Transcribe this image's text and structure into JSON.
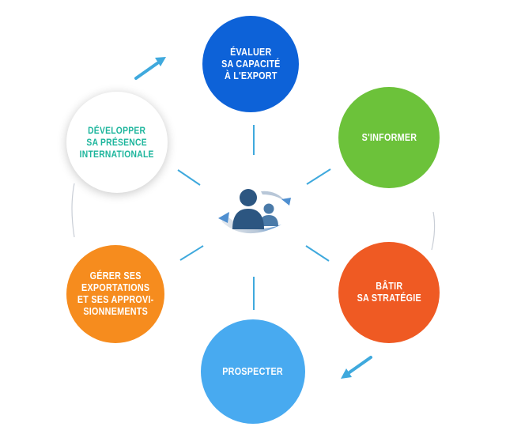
{
  "nodes": {
    "evaluer": {
      "label": "ÉVALUER\nSA CAPACITÉ\nÀ L'EXPORT",
      "color": "#0d62d8",
      "text_color": "#ffffff"
    },
    "informer": {
      "label": "S'INFORMER",
      "color": "#6cc23a",
      "text_color": "#ffffff"
    },
    "batir": {
      "label": "BÂTIR\nSA STRATÉGIE",
      "color": "#ef5a23",
      "text_color": "#ffffff"
    },
    "prospecter": {
      "label": "PROSPECTER",
      "color": "#48aaf0",
      "text_color": "#ffffff"
    },
    "gerer": {
      "label": "GÉRER SES\nEXPORTATIONS\nET SES APPROVI-\nSIONNEMENTS",
      "color": "#f68c1e",
      "text_color": "#ffffff"
    },
    "developper": {
      "label": "DÉVELOPPER\nSA PRÉSENCE\nINTERNATIONALE",
      "color": "#ffffff",
      "text_color": "#1cb59c"
    }
  },
  "colors": {
    "connector": "#3fa9dd",
    "cycle_ring": "#c9ced6",
    "arrow": "#3fa9dd",
    "person_dark": "#2c5681",
    "person_light": "#4a7aa8",
    "swoosh": "#4f8fd0"
  },
  "icons": {
    "center": "people-cycle-icon",
    "arrows": "cycle-arrow-icon"
  }
}
